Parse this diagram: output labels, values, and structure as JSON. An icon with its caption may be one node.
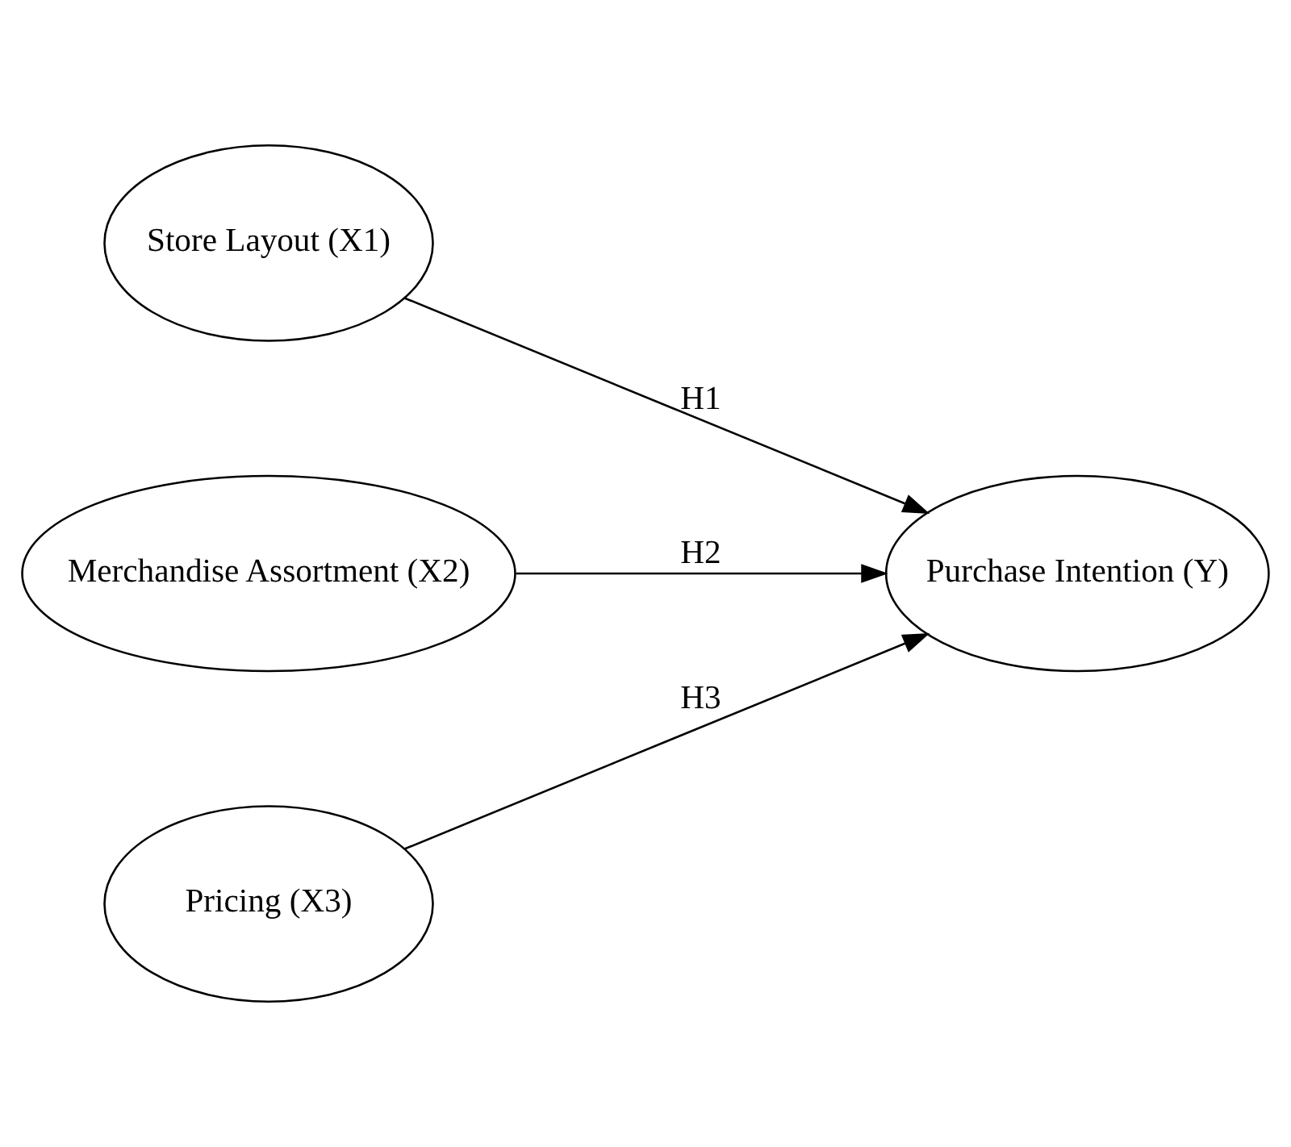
{
  "diagram": {
    "nodes": [
      {
        "text": [
          "Store Layout (X1)"
        ]
      },
      {
        "text": [
          "Merchandise Assortment (X2)"
        ]
      },
      {
        "text": [
          "Pricing (X3)"
        ]
      },
      {
        "text": [
          "Purchase Intention (Y)"
        ]
      }
    ],
    "edges": [
      {
        "from": 0,
        "to": 3,
        "arrow": "to",
        "label": "H1"
      },
      {
        "from": 1,
        "to": 3,
        "arrow": "to",
        "label": "H2"
      },
      {
        "from": 2,
        "to": 3,
        "arrow": "to",
        "label": "H3"
      }
    ]
  }
}
